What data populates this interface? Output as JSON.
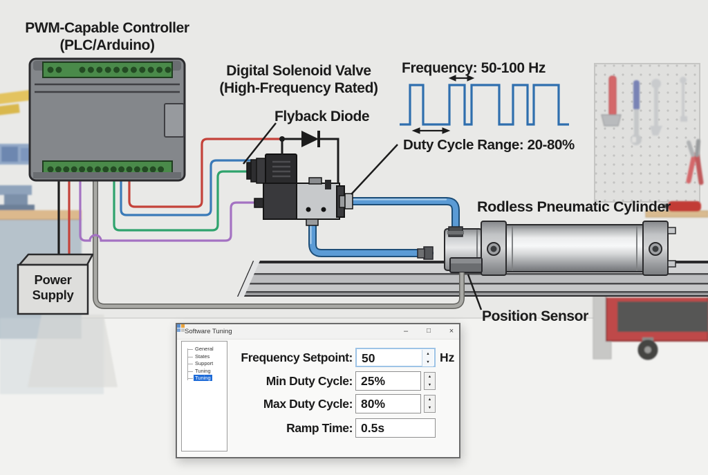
{
  "labels": {
    "controller": {
      "line1": "PWM-Capable Controller",
      "line2": "(PLC/Arduino)"
    },
    "valve": {
      "line1": "Digital Solenoid Valve",
      "line2": "(High-Frequency Rated)"
    },
    "flyback_diode": "Flyback Diode",
    "frequency": "Frequency: 50-100 Hz",
    "duty_cycle": "Duty Cycle Range: 20-80%",
    "cylinder": "Rodless Pneumatic Cylinder",
    "position_sensor": "Position Sensor",
    "power_supply": {
      "line1": "Power",
      "line2": "Supply"
    }
  },
  "dialog": {
    "title": "Software Tuning",
    "window_controls": {
      "minimize": "–",
      "maximize": "□",
      "close": "×"
    },
    "tree": [
      {
        "label": "General",
        "selected": false
      },
      {
        "label": "States",
        "selected": false
      },
      {
        "label": "Support",
        "selected": false
      },
      {
        "label": "Tuning",
        "selected": false
      },
      {
        "label": "Tuning",
        "selected": true
      }
    ],
    "fields": [
      {
        "label": "Frequency Setpoint:",
        "value": "50",
        "suffix": "Hz",
        "has_spinner": true
      },
      {
        "label": "Min Duty Cycle:",
        "value": "25%",
        "suffix": "",
        "has_spinner": true
      },
      {
        "label": "Max Duty Cycle:",
        "value": "80%",
        "suffix": "",
        "has_spinner": true
      },
      {
        "label": "Ramp Time:",
        "value": "0.5s",
        "suffix": "",
        "has_spinner": false
      }
    ],
    "spinner_icons": {
      "up": "▲",
      "down": "▼"
    }
  },
  "colors": {
    "wire_black": "#1c1c1c",
    "wire_red": "#c4423a",
    "wire_green": "#2fa36d",
    "wire_blue": "#3a7ab8",
    "wire_purple": "#a472c2",
    "sensor_cable": "#a9a9a5",
    "tube_blue": "#5b9bd5",
    "waveform_blue": "#2f6fae",
    "terminal_green": "#4a8a4a",
    "selection_blue": "#1e6bd7"
  }
}
